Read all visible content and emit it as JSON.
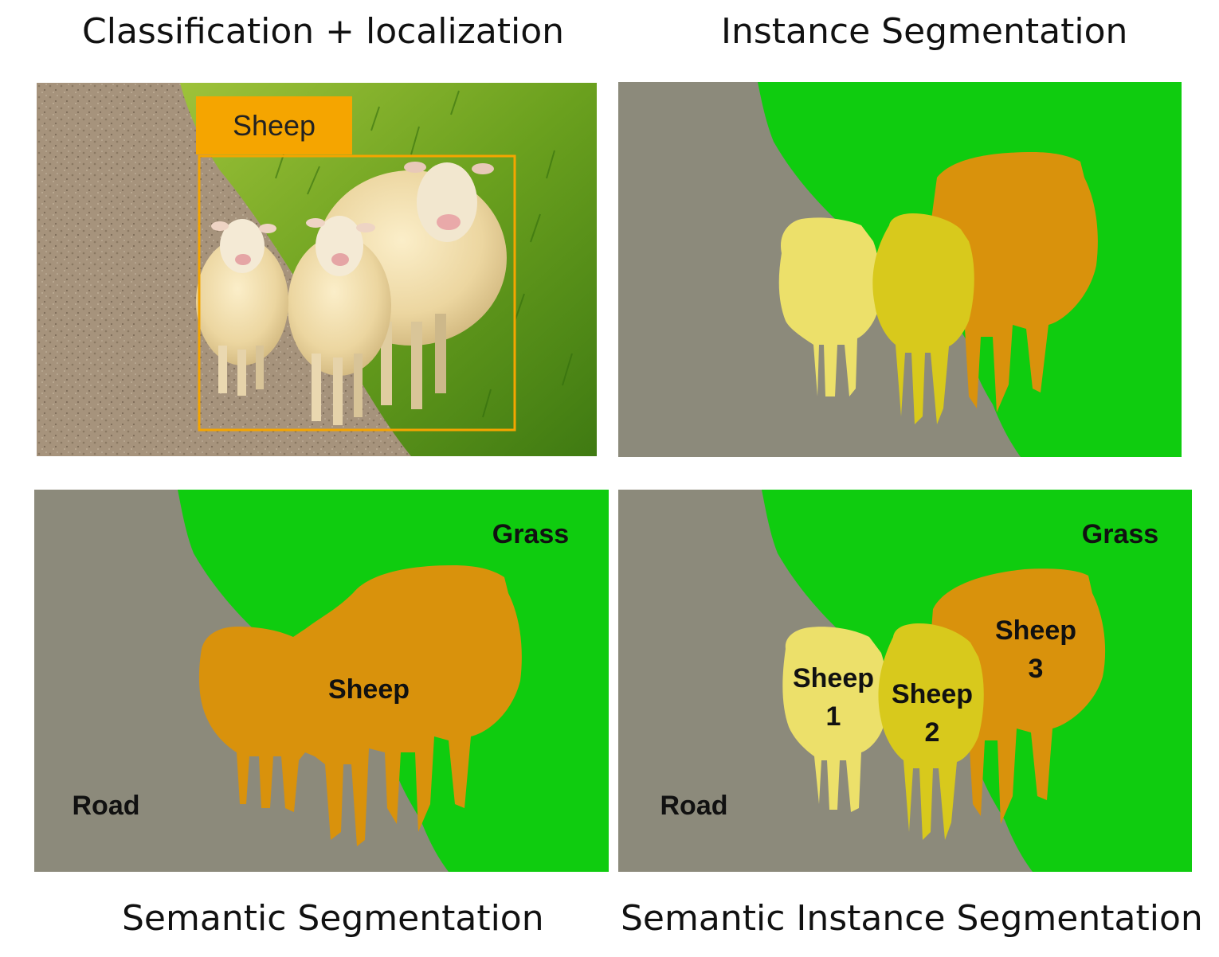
{
  "titles": {
    "top_left": "Classification + localization",
    "top_right": "Instance Segmentation",
    "bottom_left": "Semantic Segmentation",
    "bottom_right": "Semantic Instance Segmentation"
  },
  "photo_panel": {
    "box_label": "Sheep"
  },
  "semantic_panel": {
    "grass": "Grass",
    "sheep": "Sheep",
    "road": "Road"
  },
  "instance_labels_panel": {
    "grass": "Grass",
    "road": "Road",
    "sheep1_name": "Sheep",
    "sheep1_num": "1",
    "sheep2_name": "Sheep",
    "sheep2_num": "2",
    "sheep3_name": "Sheep",
    "sheep3_num": "3"
  },
  "colors": {
    "road": "#8c8a7b",
    "grass": "#0fcc0f",
    "sheep_semantic": "#d9920c",
    "sheep1": "#ece06a",
    "sheep2": "#d8c91c",
    "sheep3": "#d9920c",
    "box": "#f5a500"
  }
}
